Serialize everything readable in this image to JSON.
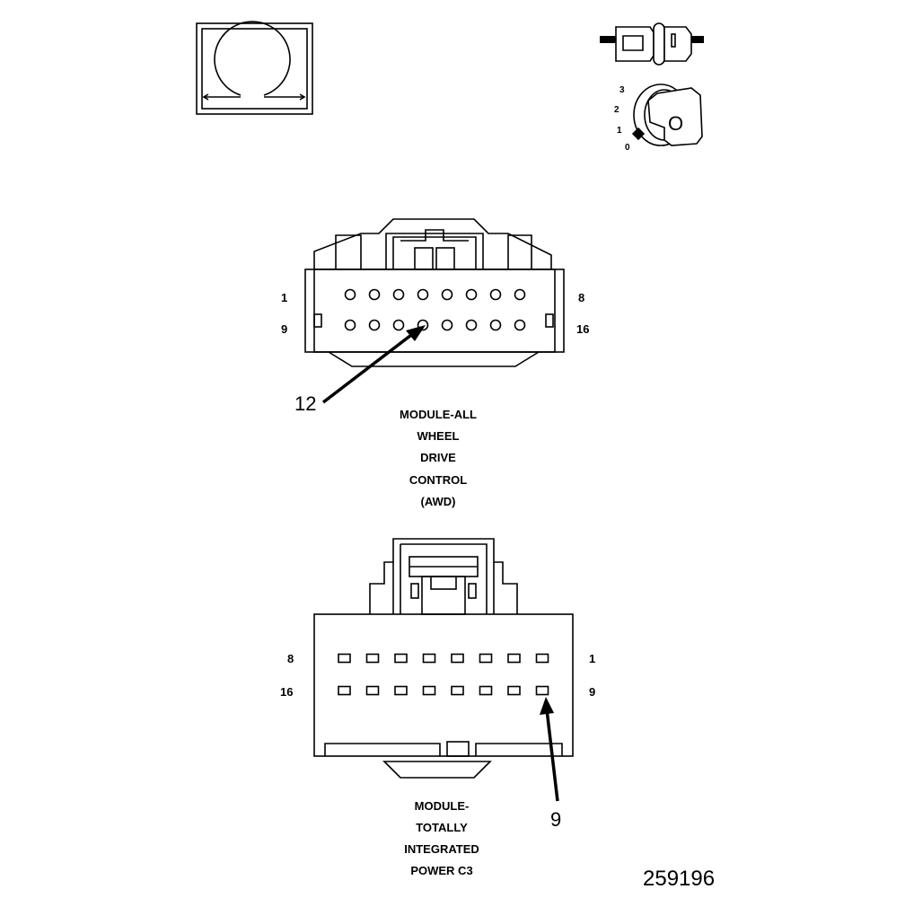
{
  "ohm_symbol": {
    "icon": "ohmmeter-icon"
  },
  "key_switch": {
    "icon": "ignition-key-icon",
    "positions": [
      "3",
      "2",
      "1",
      "0"
    ],
    "key_letter": "O"
  },
  "connector_awd": {
    "pin_labels": {
      "top_left": "1",
      "top_right": "8",
      "bottom_left": "9",
      "bottom_right": "16"
    },
    "callout": "12",
    "title_lines": [
      "MODULE-ALL",
      "WHEEL",
      "DRIVE",
      "CONTROL",
      "(AWD)"
    ]
  },
  "connector_tipm": {
    "pin_labels": {
      "top_left": "8",
      "top_right": "1",
      "bottom_left": "16",
      "bottom_right": "9"
    },
    "callout": "9",
    "title_lines": [
      "MODULE-",
      "TOTALLY",
      "INTEGRATED",
      "POWER C3"
    ]
  },
  "figure_id": "259196"
}
